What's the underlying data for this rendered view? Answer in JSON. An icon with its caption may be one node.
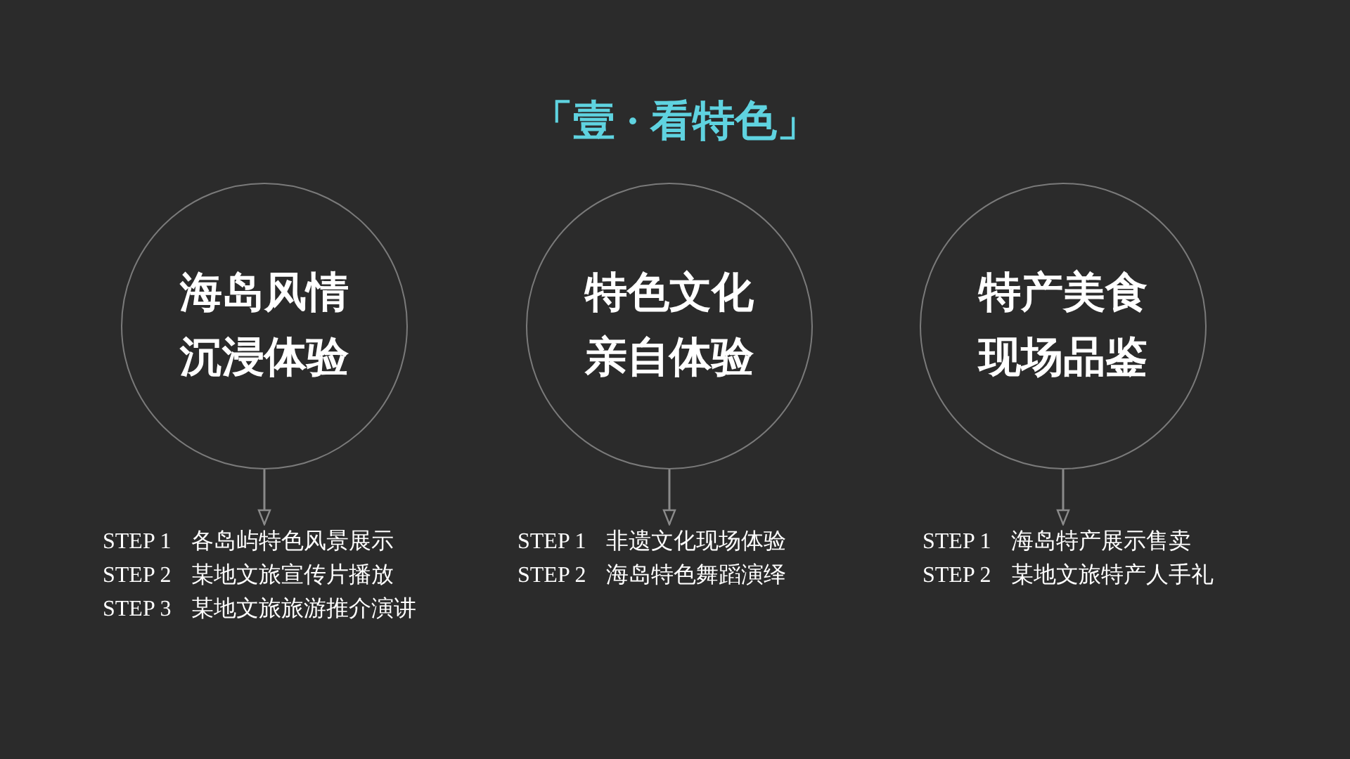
{
  "diagram": {
    "title": "「壹 · 看特色」",
    "nodes": [
      {
        "text": [
          "海岛风情沉浸体验"
        ]
      },
      {
        "text": [
          "特色文化亲自体验"
        ]
      },
      {
        "text": [
          "特产美食现场品鉴"
        ]
      },
      {
        "text": [
          "STEP 1",
          "各岛屿特色风景展示",
          "STEP 2",
          "某地文旅宣传片播放",
          "STEP 3",
          "某地文旅旅游推介演讲"
        ]
      },
      {
        "text": [
          "STEP 1",
          "非遗文化现场体验",
          "STEP 2",
          "海岛特色舞蹈演绎"
        ]
      },
      {
        "text": [
          "STEP 1",
          "海岛特产展示售卖",
          "STEP 2",
          "某地文旅特产人手礼"
        ]
      }
    ],
    "edges": [
      {
        "from": 0,
        "to": 3,
        "arrow": "to"
      },
      {
        "from": 1,
        "to": 4,
        "arrow": "to"
      },
      {
        "from": 2,
        "to": 5,
        "arrow": "to"
      }
    ]
  }
}
